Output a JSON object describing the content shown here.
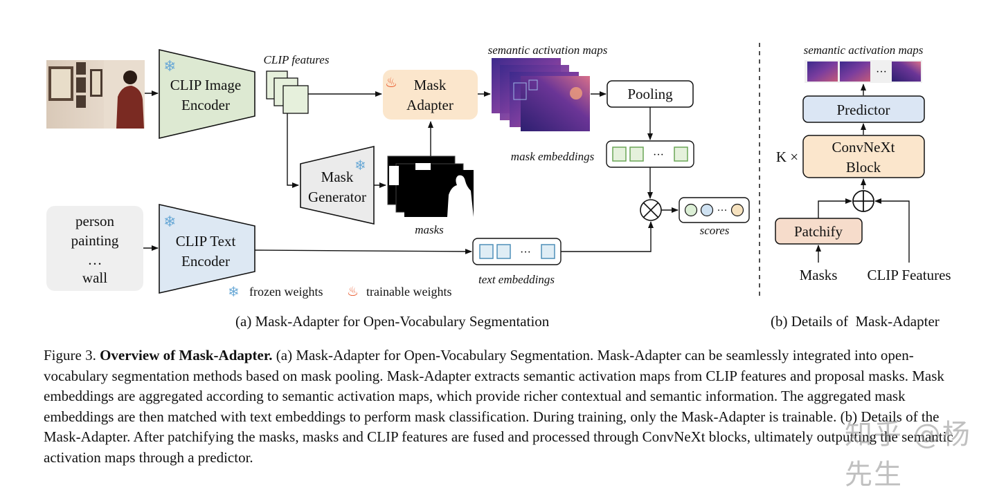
{
  "panel_a": {
    "caption": "(a) Mask-Adapter for Open-Vocabulary Segmentation",
    "image_encoder": {
      "line1": "CLIP Image",
      "line2": "Encoder"
    },
    "text_encoder": {
      "line1": "CLIP Text",
      "line2": "Encoder"
    },
    "mask_generator": {
      "line1": "Mask",
      "line2": "Generator"
    },
    "mask_adapter": {
      "line1": "Mask",
      "line2": "Adapter"
    },
    "pooling": "Pooling",
    "clip_features_label": "CLIP features",
    "semantic_maps_label": "semantic activation maps",
    "mask_embeddings_label": "mask embeddings",
    "masks_label": "masks",
    "text_embeddings_label": "text embeddings",
    "scores_label": "scores",
    "ellipsis": "···",
    "vertical_ellipsis": "…",
    "class_names": [
      "person",
      "painting",
      "wall"
    ],
    "legend": {
      "frozen": "frozen weights",
      "trainable": "trainable weights"
    },
    "icons": {
      "frozen": "snowflake-icon",
      "trainable": "fire-icon"
    }
  },
  "panel_b": {
    "caption": "(b) Details of  Mask-Adapter",
    "semantic_maps_label": "semantic activation maps",
    "predictor": "Predictor",
    "block": {
      "line1": "ConvNeXt",
      "line2": "Block"
    },
    "repeat": "K ×",
    "patchify": "Patchify",
    "masks": "Masks",
    "clip_features": "CLIP Features",
    "ellipsis": "···"
  },
  "caption": {
    "prefix": "Figure 3. ",
    "title": "Overview of Mask-Adapter.",
    "body": " (a) Mask-Adapter for Open-Vocabulary Segmentation. Mask-Adapter can be seamlessly integrated into open-vocabulary segmentation methods based on mask pooling. Mask-Adapter extracts semantic activation maps from CLIP features and proposal masks. Mask embeddings are aggregated according to semantic activation maps, which provide richer contextual and semantic information. The aggregated mask embeddings are then matched with text embeddings to perform mask classification. During training, only the Mask-Adapter is trainable. (b) Details of the Mask-Adapter. After patchifying the masks, masks and CLIP features are fused and processed through ConvNeXt blocks, ultimately outputting the semantic activation maps through a predictor."
  },
  "watermark": "知乎 @杨先生",
  "colors": {
    "encoder_fill": "#dde9d2",
    "text_encoder_fill": "#dde8f3",
    "adapter_fill": "#fbe6cc",
    "predictor_fill": "#dbe6f4",
    "patchify_fill": "#f6dccb",
    "class_box_fill": "#efefef",
    "green_square": "#6aa656",
    "blue_square": "#4e8fb8"
  }
}
